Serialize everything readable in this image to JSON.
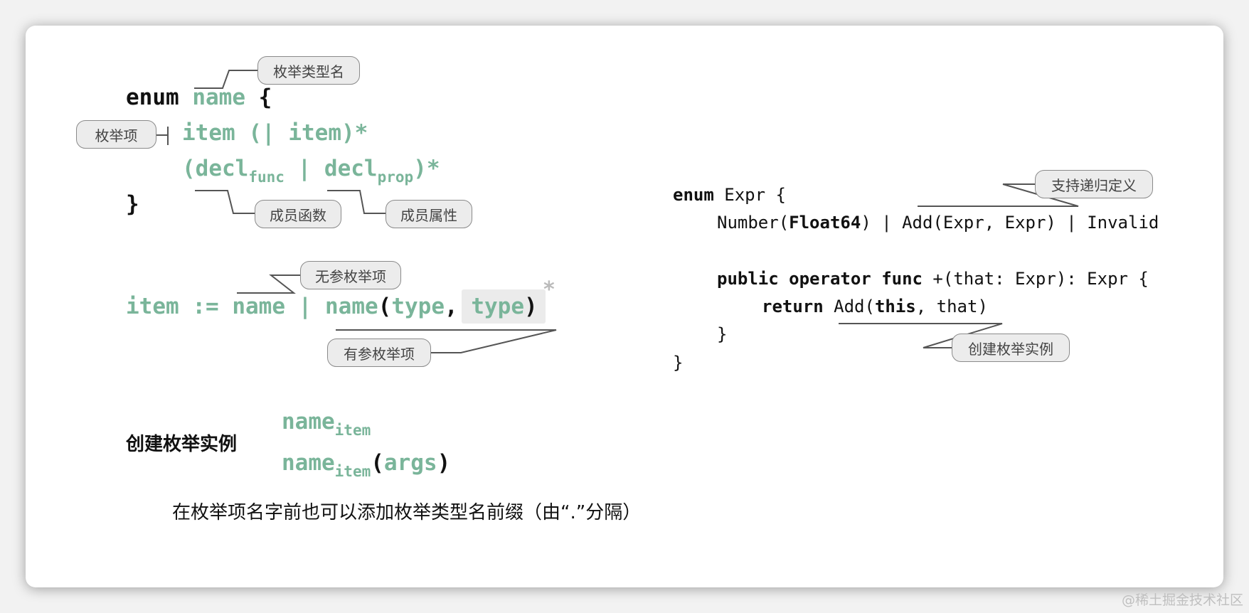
{
  "grammar": {
    "enum_kw": "enum",
    "name": "name",
    "brace_open": "{",
    "item_a": "item",
    "paren_pipe": "(|",
    "item_b": "item)*",
    "paren_open": "(",
    "decl": "decl",
    "func_sub": "func",
    "pipe": "|",
    "prop_sub": "prop",
    "close_star": ")*",
    "brace_close": "}",
    "bar": "|"
  },
  "item_rule": {
    "item": "item",
    "assign": ":=",
    "name1": "name",
    "pipe": "|",
    "name2": "name",
    "paren_open": "(",
    "type1": "type",
    "comma": ",",
    "type2": "type",
    "paren_close": ")",
    "asterisk": "*"
  },
  "creation": {
    "label": "创建枚举实例",
    "name1": "name",
    "sub1": "item",
    "name2": "name",
    "sub2": "item",
    "paren_open": "(",
    "args": "args",
    "paren_close": ")",
    "note": "在枚举项名字前也可以添加枚举类型名前缀（由“.”分隔）"
  },
  "callouts": {
    "type_name": "枚举类型名",
    "enum_item": "枚举项",
    "member_func": "成员函数",
    "member_prop": "成员属性",
    "no_param_item": "无参枚举项",
    "param_item": "有参枚举项",
    "recursive": "支持递归定义",
    "create_instance": "创建枚举实例"
  },
  "example": {
    "line1_kw": "enum",
    "line1_rest": " Expr {",
    "l2_a": "Number(",
    "l2_b": "Float64",
    "l2_c": ") | Add(Expr, Expr) | Invalid",
    "l4_kw": "public operator func",
    "l4_rest": " +(that: Expr): Expr {",
    "l5_kw": "return",
    "l5_a": " Add(",
    "l5_b": "this",
    "l5_c": ", that)",
    "l6": "}",
    "l7": "}"
  },
  "watermark": "@稀土掘金技术社区",
  "colors": {
    "accent": "#7ab59a",
    "text": "#111111",
    "callout_bg": "#ececec"
  }
}
